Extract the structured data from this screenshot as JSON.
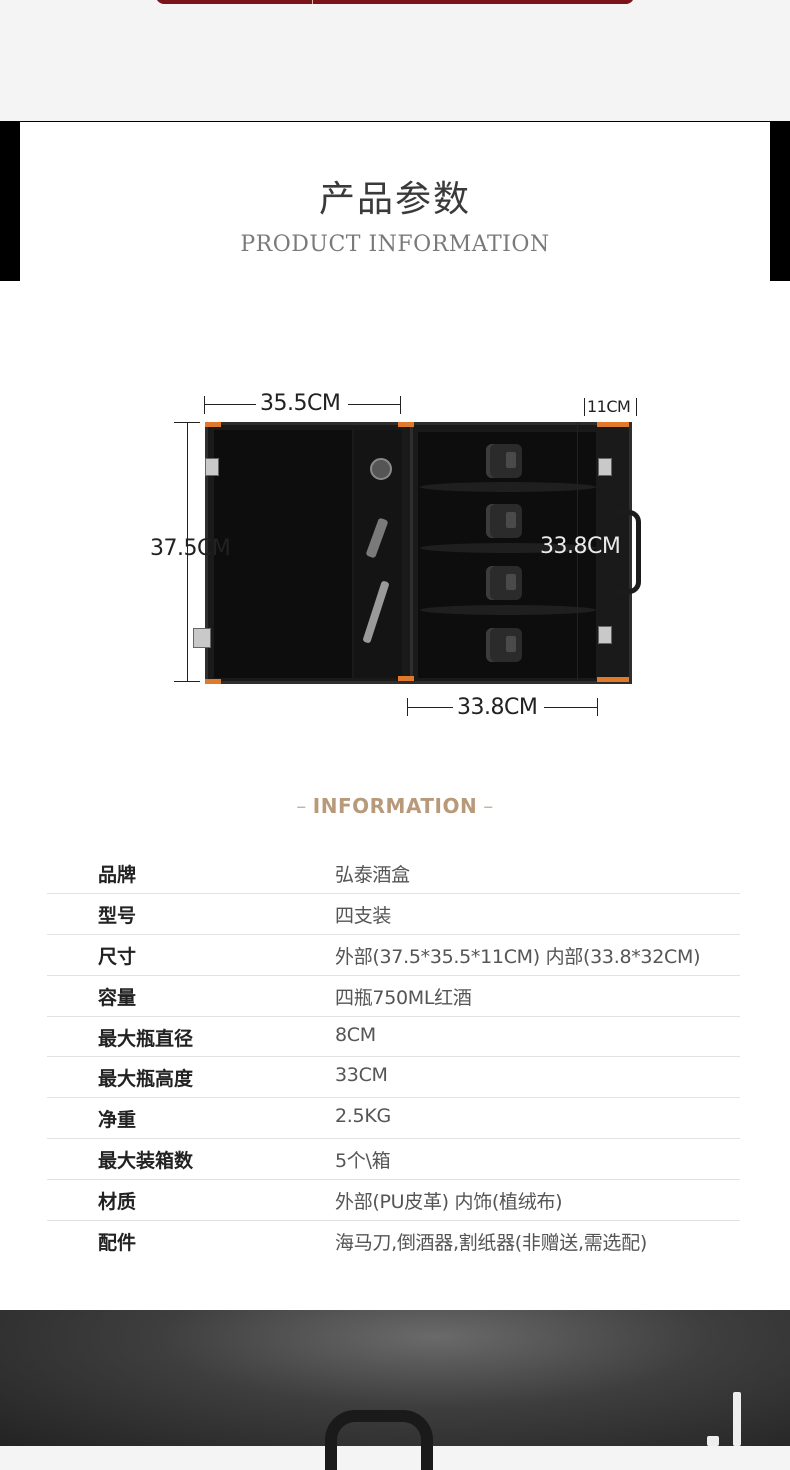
{
  "header": {
    "title": "产品参数",
    "subtitle": "PRODUCT INFORMATION"
  },
  "diagram": {
    "width_label": "35.5CM",
    "depth_label": "11CM",
    "height_label": "37.5CM",
    "inner_height_label": "33.8CM",
    "inner_width_label": "33.8CM"
  },
  "information": {
    "heading": "INFORMATION",
    "rows": [
      {
        "label": "品牌",
        "value": "弘泰酒盒"
      },
      {
        "label": "型号",
        "value": "四支装"
      },
      {
        "label": "尺寸",
        "value": "外部(37.5*35.5*11CM) 内部(33.8*32CM)"
      },
      {
        "label": "容量",
        "value": "四瓶750ML红酒"
      },
      {
        "label": "最大瓶直径",
        "value": "8CM"
      },
      {
        "label": "最大瓶高度",
        "value": "33CM"
      },
      {
        "label": "净重",
        "value": "2.5KG"
      },
      {
        "label": "最大装箱数",
        "value": "5个\\箱"
      },
      {
        "label": "材质",
        "value": "外部(PU皮革) 内饰(植绒布)"
      },
      {
        "label": "配件",
        "value": "海马刀,倒酒器,割纸器(非赠送,需选配)"
      }
    ]
  },
  "colors": {
    "accent_maroon": "#7a1418",
    "info_heading": "#b89a7a",
    "case_trim": "#e07a2a"
  }
}
